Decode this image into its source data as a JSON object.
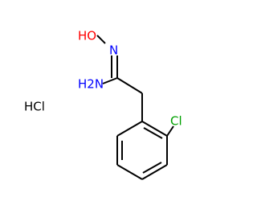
{
  "molecule": {
    "atoms": {
      "oxygen_hydroxyl": "HO",
      "oxime_nitrogen": "N",
      "amine": "H2N",
      "chlorine": "Cl",
      "salt": "HCl"
    },
    "colors": {
      "oxygen": "#ff0000",
      "nitrogen": "#0000ff",
      "chlorine": "#00a000",
      "hydrogen_halide": "#000000",
      "bond": "#000000"
    }
  }
}
